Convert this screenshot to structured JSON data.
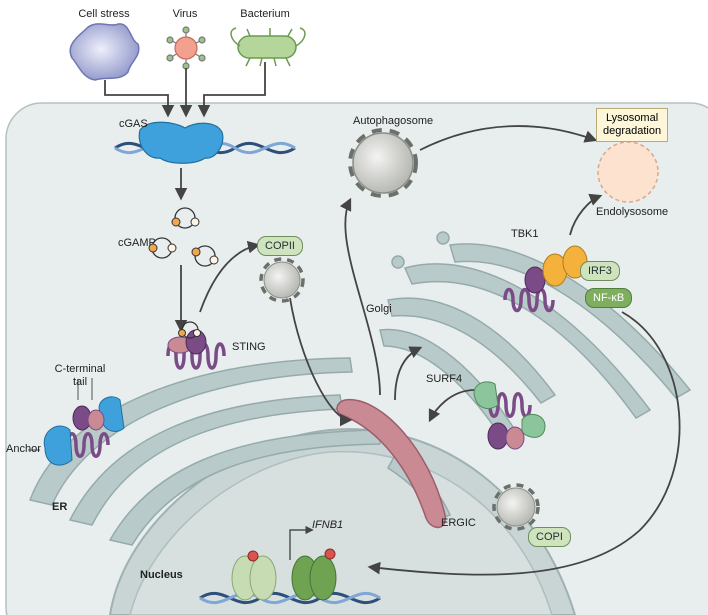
{
  "pathogens": {
    "cell_stress": "Cell stress",
    "virus": "Virus",
    "bacterium": "Bacterium"
  },
  "labels": {
    "cgas": "cGAS",
    "cgamp": "cGAMP",
    "sting": "STING",
    "c_terminal_tail": "C-terminal\ntail",
    "anchor": "Anchor",
    "er": "ER",
    "nucleus": "Nucleus",
    "ifnb1": "IFNB1",
    "copii": "COPII",
    "copi": "COPI",
    "ergic": "ERGIC",
    "surf4": "SURF4",
    "golgi": "Golgi",
    "autophagosome": "Autophagosome",
    "lysosomal_degradation": "Lysosomal\ndegradation",
    "endolysosome": "Endolysosome",
    "tbk1": "TBK1",
    "irf3": "IRF3",
    "nfkb": "NF-κB"
  },
  "colors": {
    "cell": "#e9eeee",
    "er": "#b9cacb",
    "sting": "#7b4b87",
    "cgas": "#3ea1dc",
    "tbk1": "#f4b23c",
    "ergic": "#c98a94",
    "surf4": "#8cc49c"
  }
}
